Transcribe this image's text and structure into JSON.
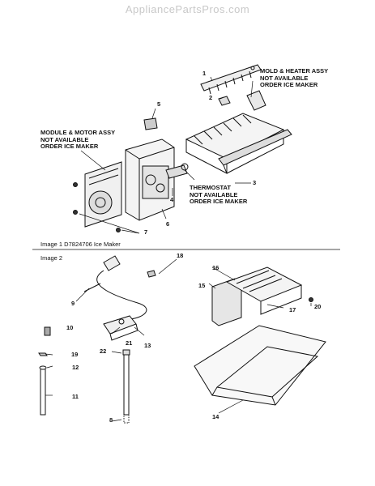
{
  "watermark": "AppliancePartsPros.com",
  "image1": {
    "caption": "Image 1  D7824706 Ice Maker",
    "callouts": {
      "mold": "MOLD & HEATER ASSY\nNOT AVAILABLE\nORDER ICE MAKER",
      "module": "MODULE & MOTOR ASSY\nNOT AVAILABLE\nORDER ICE MAKER",
      "thermostat": "THERMOSTAT\nNOT AVAILABLE\nORDER ICE MAKER"
    },
    "part_numbers": [
      "1",
      "2",
      "3",
      "4",
      "5",
      "6",
      "7"
    ]
  },
  "image2": {
    "caption": "Image 2",
    "part_numbers": [
      "8",
      "9",
      "10",
      "11",
      "12",
      "13",
      "14",
      "15",
      "16",
      "17",
      "18",
      "19",
      "20",
      "21",
      "22"
    ]
  }
}
